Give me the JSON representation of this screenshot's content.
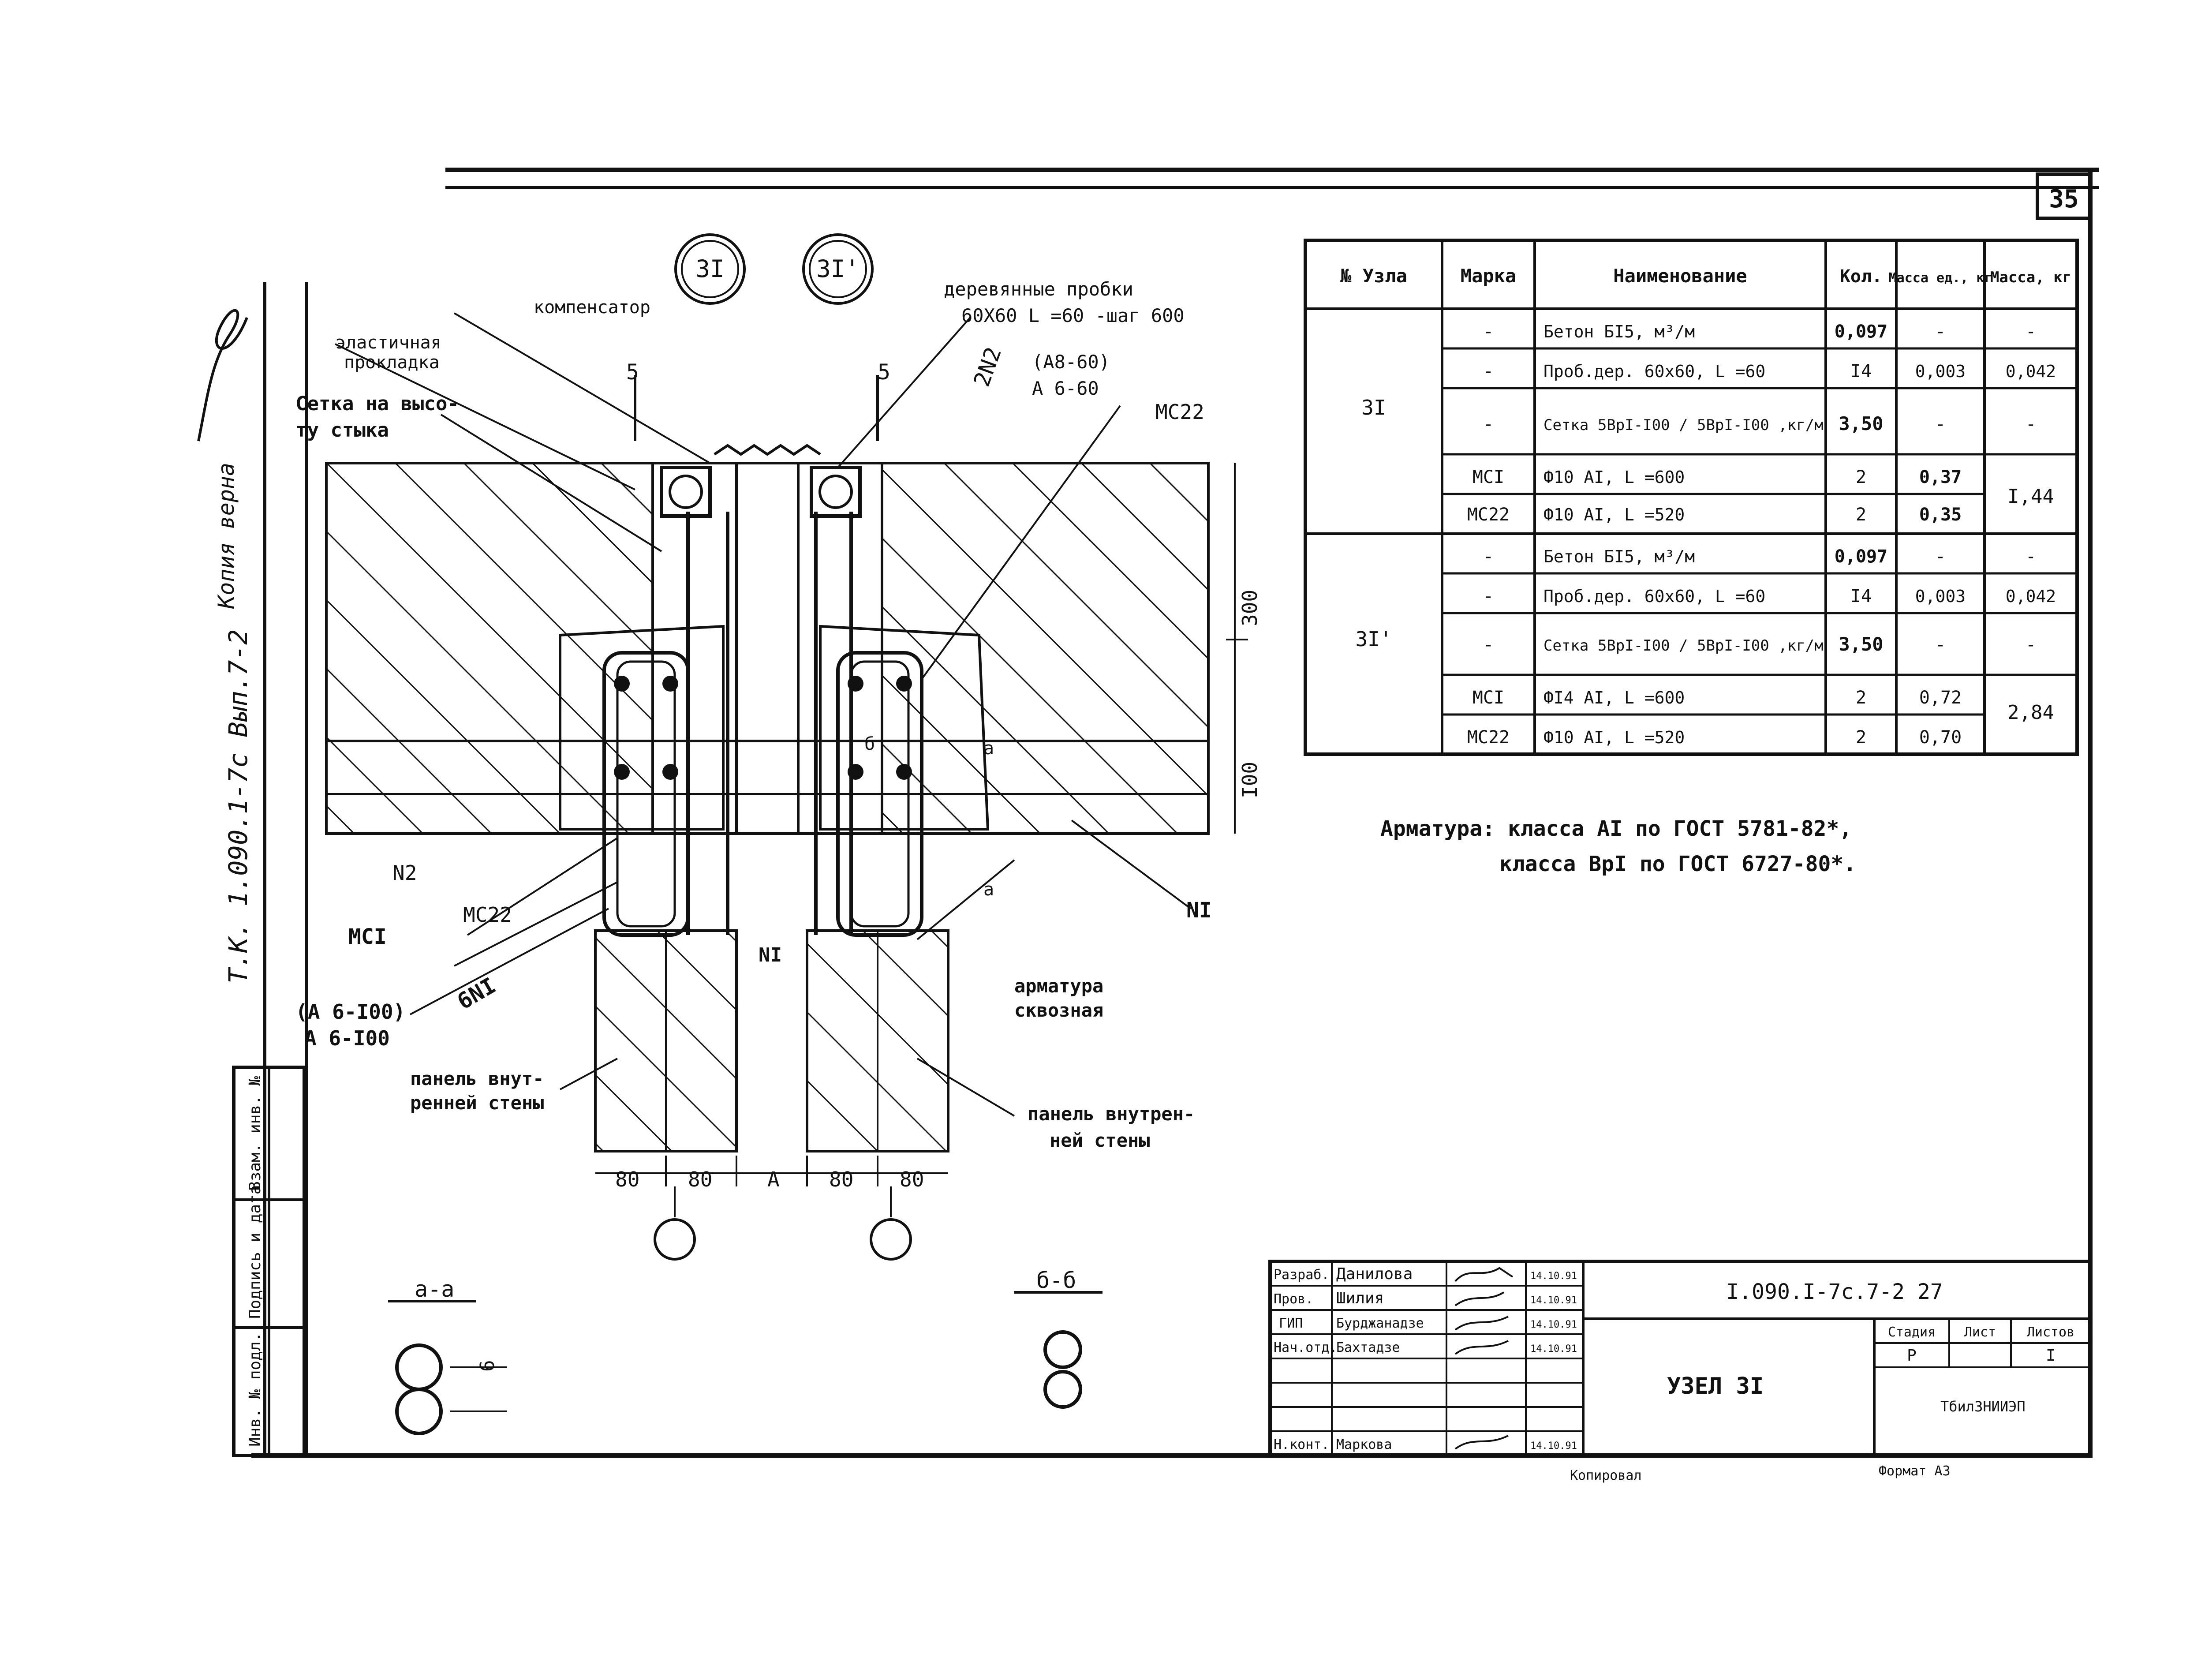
{
  "sheet": {
    "number": "35",
    "side_stamp": "Т.К. 1.090.1-7с Вып.7-2",
    "copy_note": "Копия верна",
    "bottom_left_note": "Копировал",
    "format_note": "Формат А3"
  },
  "drawing": {
    "node_marks": [
      "3I",
      "3I'"
    ],
    "callouts": {
      "compensator": "компенсатор",
      "wood_plugs_l1": "деревянные пробки",
      "wood_plugs_l2": "60Х60 L =60 -шаг 600",
      "elastic_l1": "эластичная",
      "elastic_l2": "прокладка",
      "mesh_l1": "Сетка на высо-",
      "mesh_l2": "ту стыка",
      "rebar_l1": "арматура",
      "rebar_l2": "сквозная",
      "panel_left_l1": "панель внут-",
      "panel_left_l2": "ренней стены",
      "panel_right_l1": "панель внутрен-",
      "panel_right_l2": "ней стены"
    },
    "marks": {
      "five": "5",
      "two_n2": "2N2",
      "a86_60": "(А8-60)",
      "a6_60": "А 6-60",
      "mc22": "МС22",
      "n2": "N2",
      "mc1": "МСI",
      "six_n1": "6NI",
      "n1": "NI",
      "a6_100_paren": "(А 6-I00)",
      "a6_100": "А 6-I00",
      "a_mark": "а",
      "b_mark": "б"
    },
    "dimensions": {
      "d300": "300",
      "d100": "I00",
      "d80": "80",
      "dA": "А"
    },
    "sections": {
      "aa": "а-а",
      "bb": "б-б",
      "six": "6"
    }
  },
  "spec_table": {
    "headers": [
      "№ Узла",
      "Марка",
      "Наименование",
      "Кол.",
      "Масса ед., кг",
      "Масса, кг"
    ],
    "groups": [
      {
        "node": "3I",
        "rows": [
          {
            "mark": "-",
            "name": "Бетон БI5, м³/м",
            "qty": "0,097",
            "unit_mass": "-",
            "mass": "-"
          },
          {
            "mark": "-",
            "name": "Проб.дер. 60х60, L =60",
            "qty": "I4",
            "unit_mass": "0,003",
            "mass": "0,042"
          },
          {
            "mark": "-",
            "name": "Сетка 5ВрI-I00 / 5ВрI-I00 ,кг/м",
            "qty": "3,50",
            "unit_mass": "-",
            "mass": "-"
          },
          {
            "mark": "МСI",
            "name": "Ф10 АI, L =600",
            "qty": "2",
            "unit_mass": "0,37",
            "mass": "I,44"
          },
          {
            "mark": "МС22",
            "name": "Ф10 АI, L =520",
            "qty": "2",
            "unit_mass": "0,35",
            "mass": ""
          }
        ]
      },
      {
        "node": "3I'",
        "rows": [
          {
            "mark": "-",
            "name": "Бетон БI5, м³/м",
            "qty": "0,097",
            "unit_mass": "-",
            "mass": "-"
          },
          {
            "mark": "-",
            "name": "Проб.дер. 60х60, L =60",
            "qty": "I4",
            "unit_mass": "0,003",
            "mass": "0,042"
          },
          {
            "mark": "-",
            "name": "Сетка 5ВрI-I00 / 5ВрI-I00 ,кг/м",
            "qty": "3,50",
            "unit_mass": "-",
            "mass": "-"
          },
          {
            "mark": "МСI",
            "name": "ФI4 АI, L =600",
            "qty": "2",
            "unit_mass": "0,72",
            "mass": "2,84"
          },
          {
            "mark": "МС22",
            "name": "Ф10 АI, L =520",
            "qty": "2",
            "unit_mass": "0,70",
            "mass": ""
          }
        ]
      }
    ]
  },
  "notes": {
    "line1": "Арматура: класса АI по ГОСТ 5781-82*,",
    "line2": "класса ВрI по ГОСТ 6727-80*."
  },
  "title_block": {
    "code": "I.090.I-7с.7-2 27",
    "title": "УЗЕЛ 3I",
    "roles": [
      "Разраб.",
      "Пров.",
      "ГИП",
      "Нач.отд.",
      "Н.конт."
    ],
    "names": [
      "Данилова",
      "Шилия",
      "Бурджанадзе",
      "Бахтадзе",
      "Маркова"
    ],
    "dates": [
      "14.10.91",
      "14.10.91",
      "14.10.91",
      "14.10.91",
      "14.10.91"
    ],
    "stage_label": "Стадия",
    "sheet_label": "Лист",
    "sheets_label": "Листов",
    "stage": "Р",
    "sheets": "I",
    "org": "ТбилЗНИИЭП"
  },
  "left_strip": {
    "labels": [
      "Инв. № подл.",
      "Подпись и дата",
      "Взам. инв. №"
    ]
  }
}
